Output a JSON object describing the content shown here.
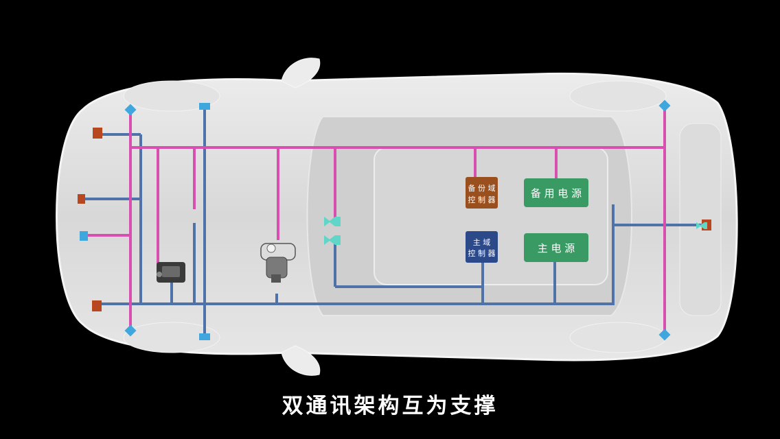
{
  "diagram": {
    "labels": {
      "backup_controller": [
        "备 份 域",
        "控 制 器"
      ],
      "main_controller": [
        "主 域",
        "控 制 器"
      ],
      "backup_power": "备 用 电 源",
      "main_power": "主 电 源"
    },
    "colors": {
      "background": "#000000",
      "backup_network": "#d94fb0",
      "main_network": "#4f73a8",
      "backup_controller": "#9a4f1e",
      "main_controller": "#2c4a8a",
      "power": "#3a9a63",
      "sensor_blue": "#3fa6de",
      "sensor_red": "#b8461e",
      "sensor_teal": "#5fd6c8"
    }
  },
  "caption": "双通讯架构互为支撑"
}
